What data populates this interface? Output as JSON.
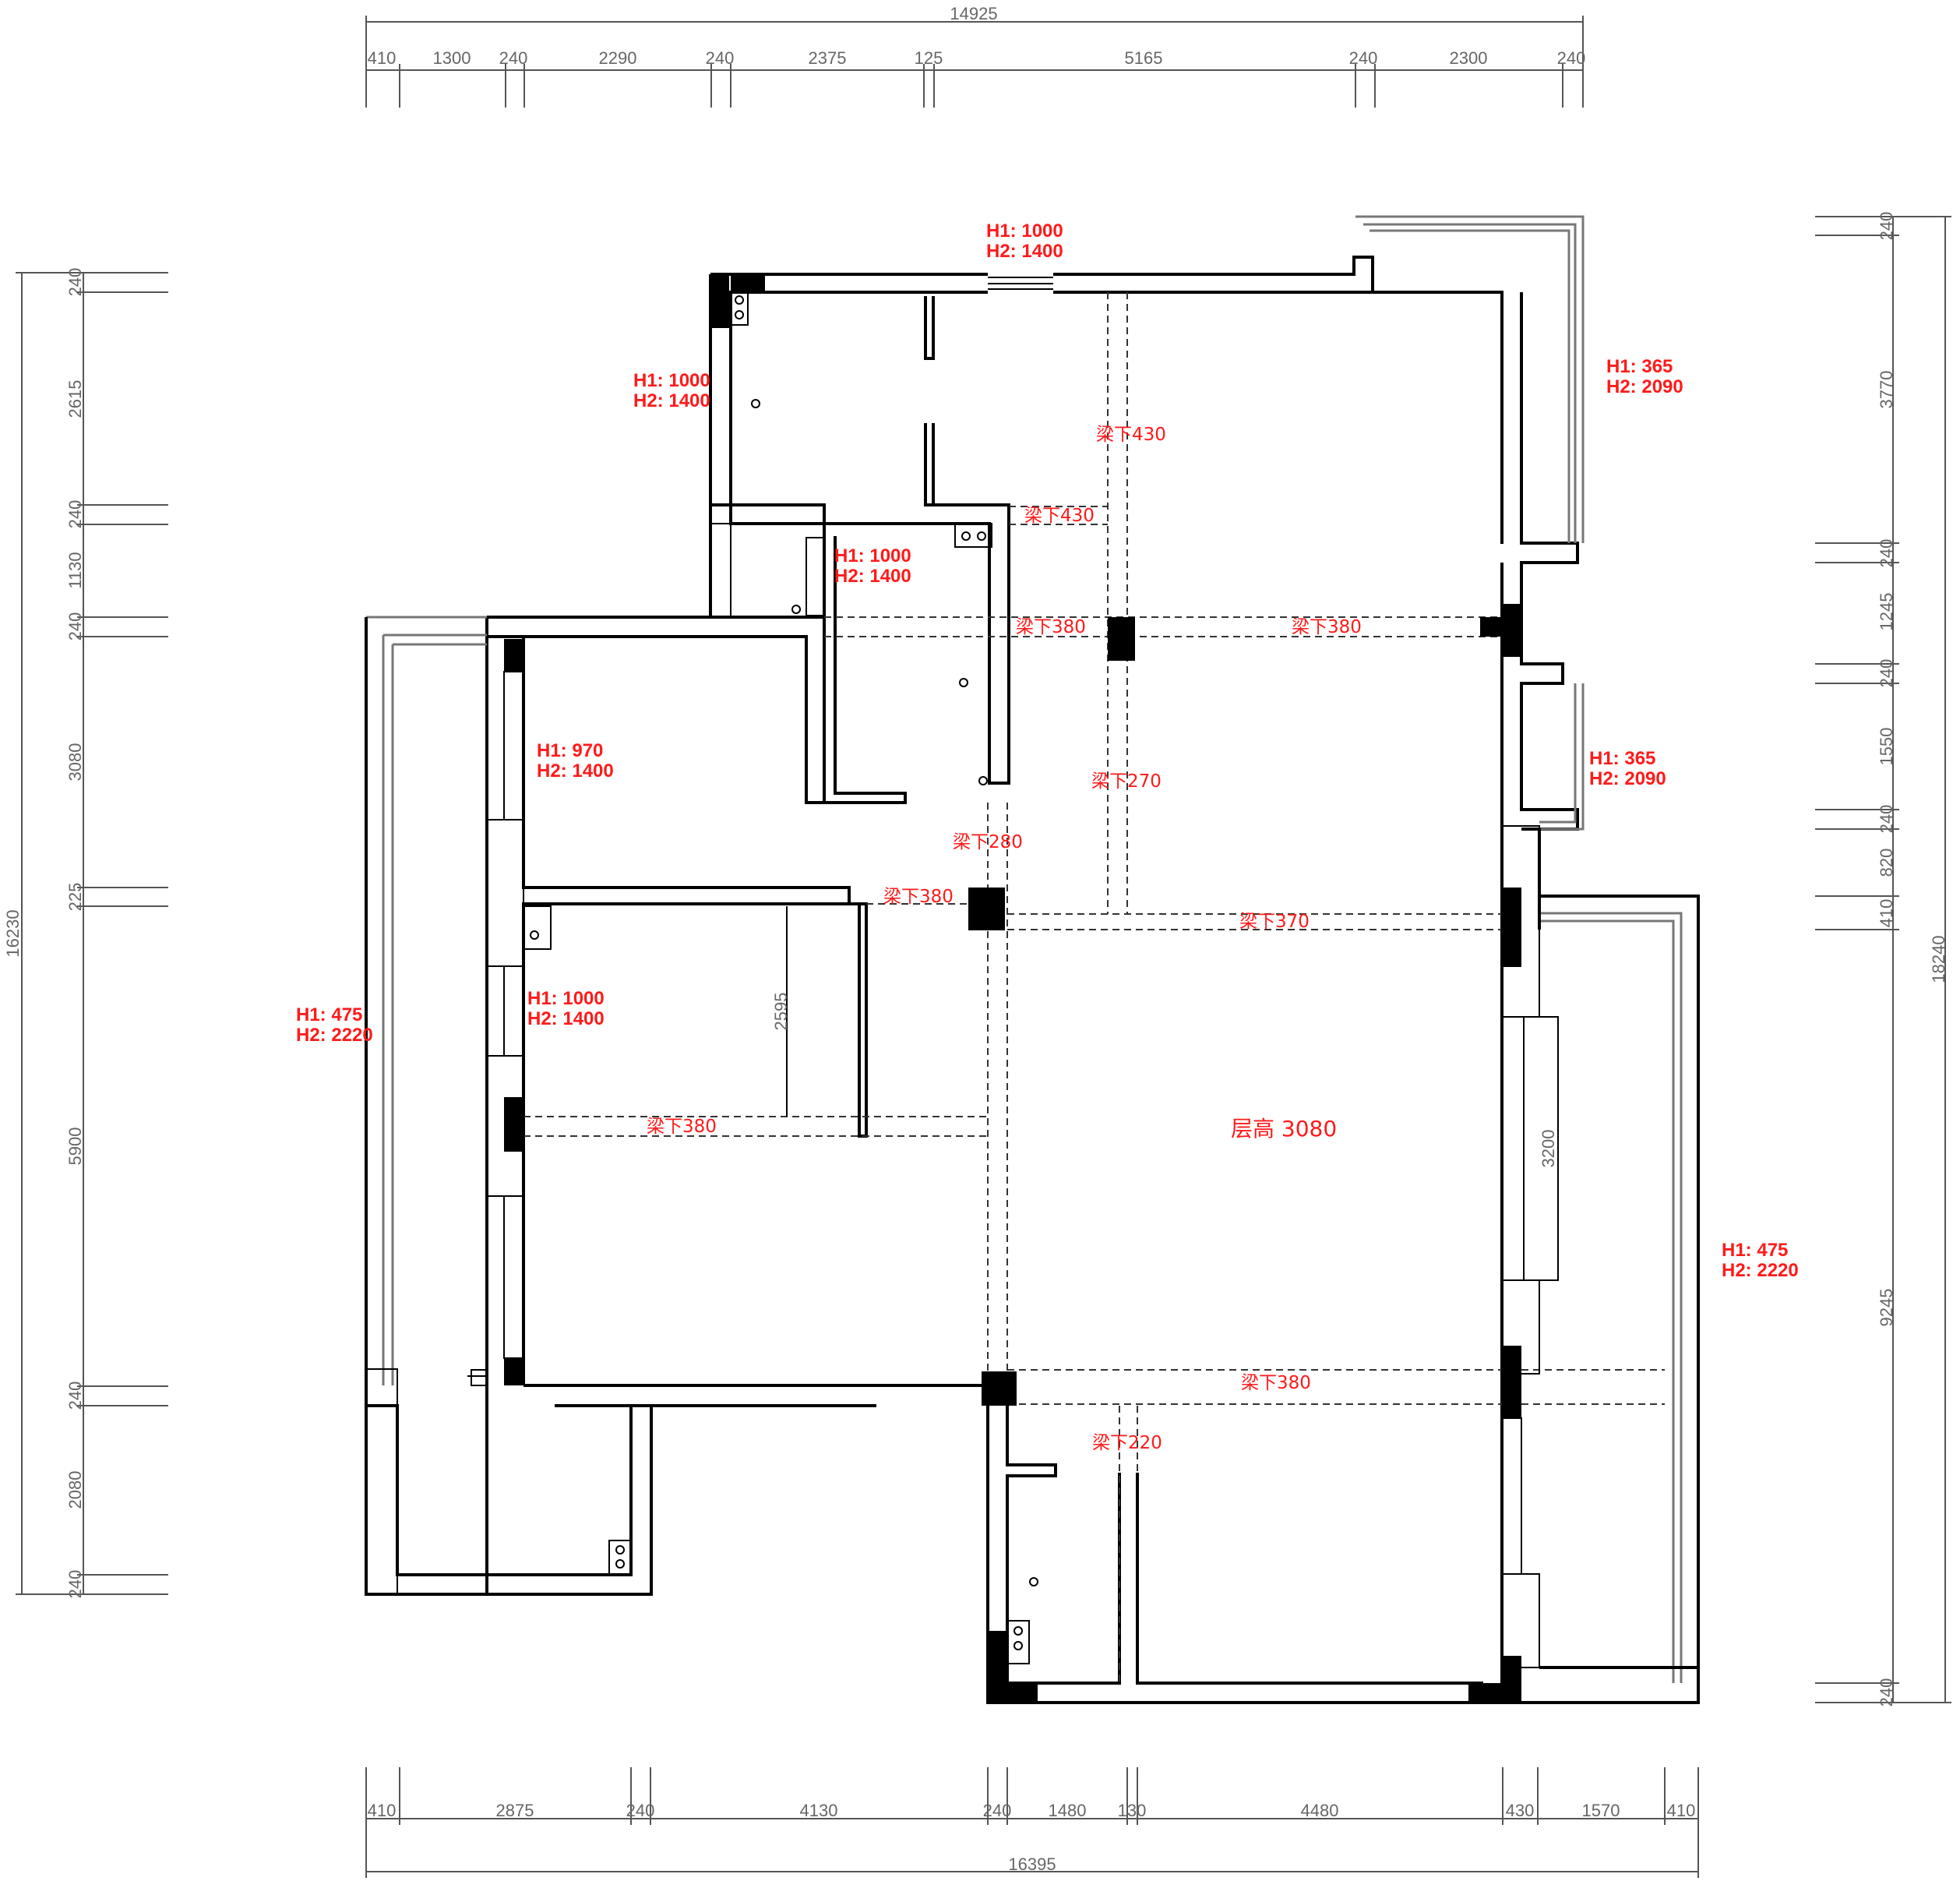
{
  "colors": {
    "annotation": "#ff1a1a",
    "dimension": "#666666",
    "wall": "#000000"
  },
  "dimensions": {
    "top_total": "14925",
    "top_segments": [
      "410",
      "1300",
      "240",
      "2290",
      "240",
      "2375",
      "125",
      "5165",
      "240",
      "2300",
      "240"
    ],
    "bottom_total": "16395",
    "bottom_segments": [
      "410",
      "2875",
      "240",
      "4130",
      "240",
      "1480",
      "130",
      "4480",
      "430",
      "1570",
      "410"
    ],
    "left_total": "16230",
    "left_segments": [
      "240",
      "2615",
      "240",
      "1130",
      "240",
      "3080",
      "225",
      "5900",
      "240",
      "2080",
      "240"
    ],
    "right_total": "18240",
    "right_segments": [
      "240",
      "3770",
      "240",
      "1245",
      "240",
      "1550",
      "240",
      "820",
      "410",
      "9245",
      "240"
    ],
    "inner_2595": "2595",
    "inner_3200": "3200"
  },
  "windows": [
    {
      "h1": "H1: 1000",
      "h2": "H2: 1400"
    },
    {
      "h1": "H1: 1000",
      "h2": "H2: 1400"
    },
    {
      "h1": "H1: 1000",
      "h2": "H2: 1400"
    },
    {
      "h1": "H1: 365",
      "h2": "H2: 2090"
    },
    {
      "h1": "H1: 365",
      "h2": "H2: 2090"
    },
    {
      "h1": "H1: 970",
      "h2": "H2: 1400"
    },
    {
      "h1": "H1: 1000",
      "h2": "H2: 1400"
    },
    {
      "h1": "H1: 475",
      "h2": "H2: 2220"
    },
    {
      "h1": "H1: 475",
      "h2": "H2: 2220"
    }
  ],
  "beams": [
    "梁下430",
    "梁下430",
    "梁下380",
    "梁下380",
    "梁下270",
    "梁下280",
    "梁下380",
    "梁下370",
    "梁下380",
    "梁下380",
    "梁下220"
  ],
  "ceiling_height": "层高 3080"
}
